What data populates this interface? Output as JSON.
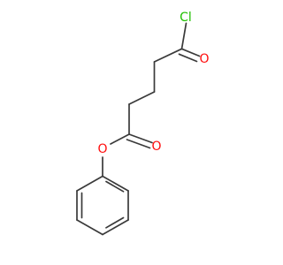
{
  "molecule": {
    "atoms": {
      "chlorine": {
        "symbol": "Cl",
        "color": "#1fbf00"
      },
      "acyl_chloride_oxygen": {
        "symbol": "O",
        "color": "#ff0d0d"
      },
      "ester_carbonyl_oxygen": {
        "symbol": "O",
        "color": "#ff0d0d"
      },
      "ester_oxygen": {
        "symbol": "O",
        "color": "#ff0d0d"
      }
    },
    "colors": {
      "bond": "#3a3a3a"
    }
  }
}
